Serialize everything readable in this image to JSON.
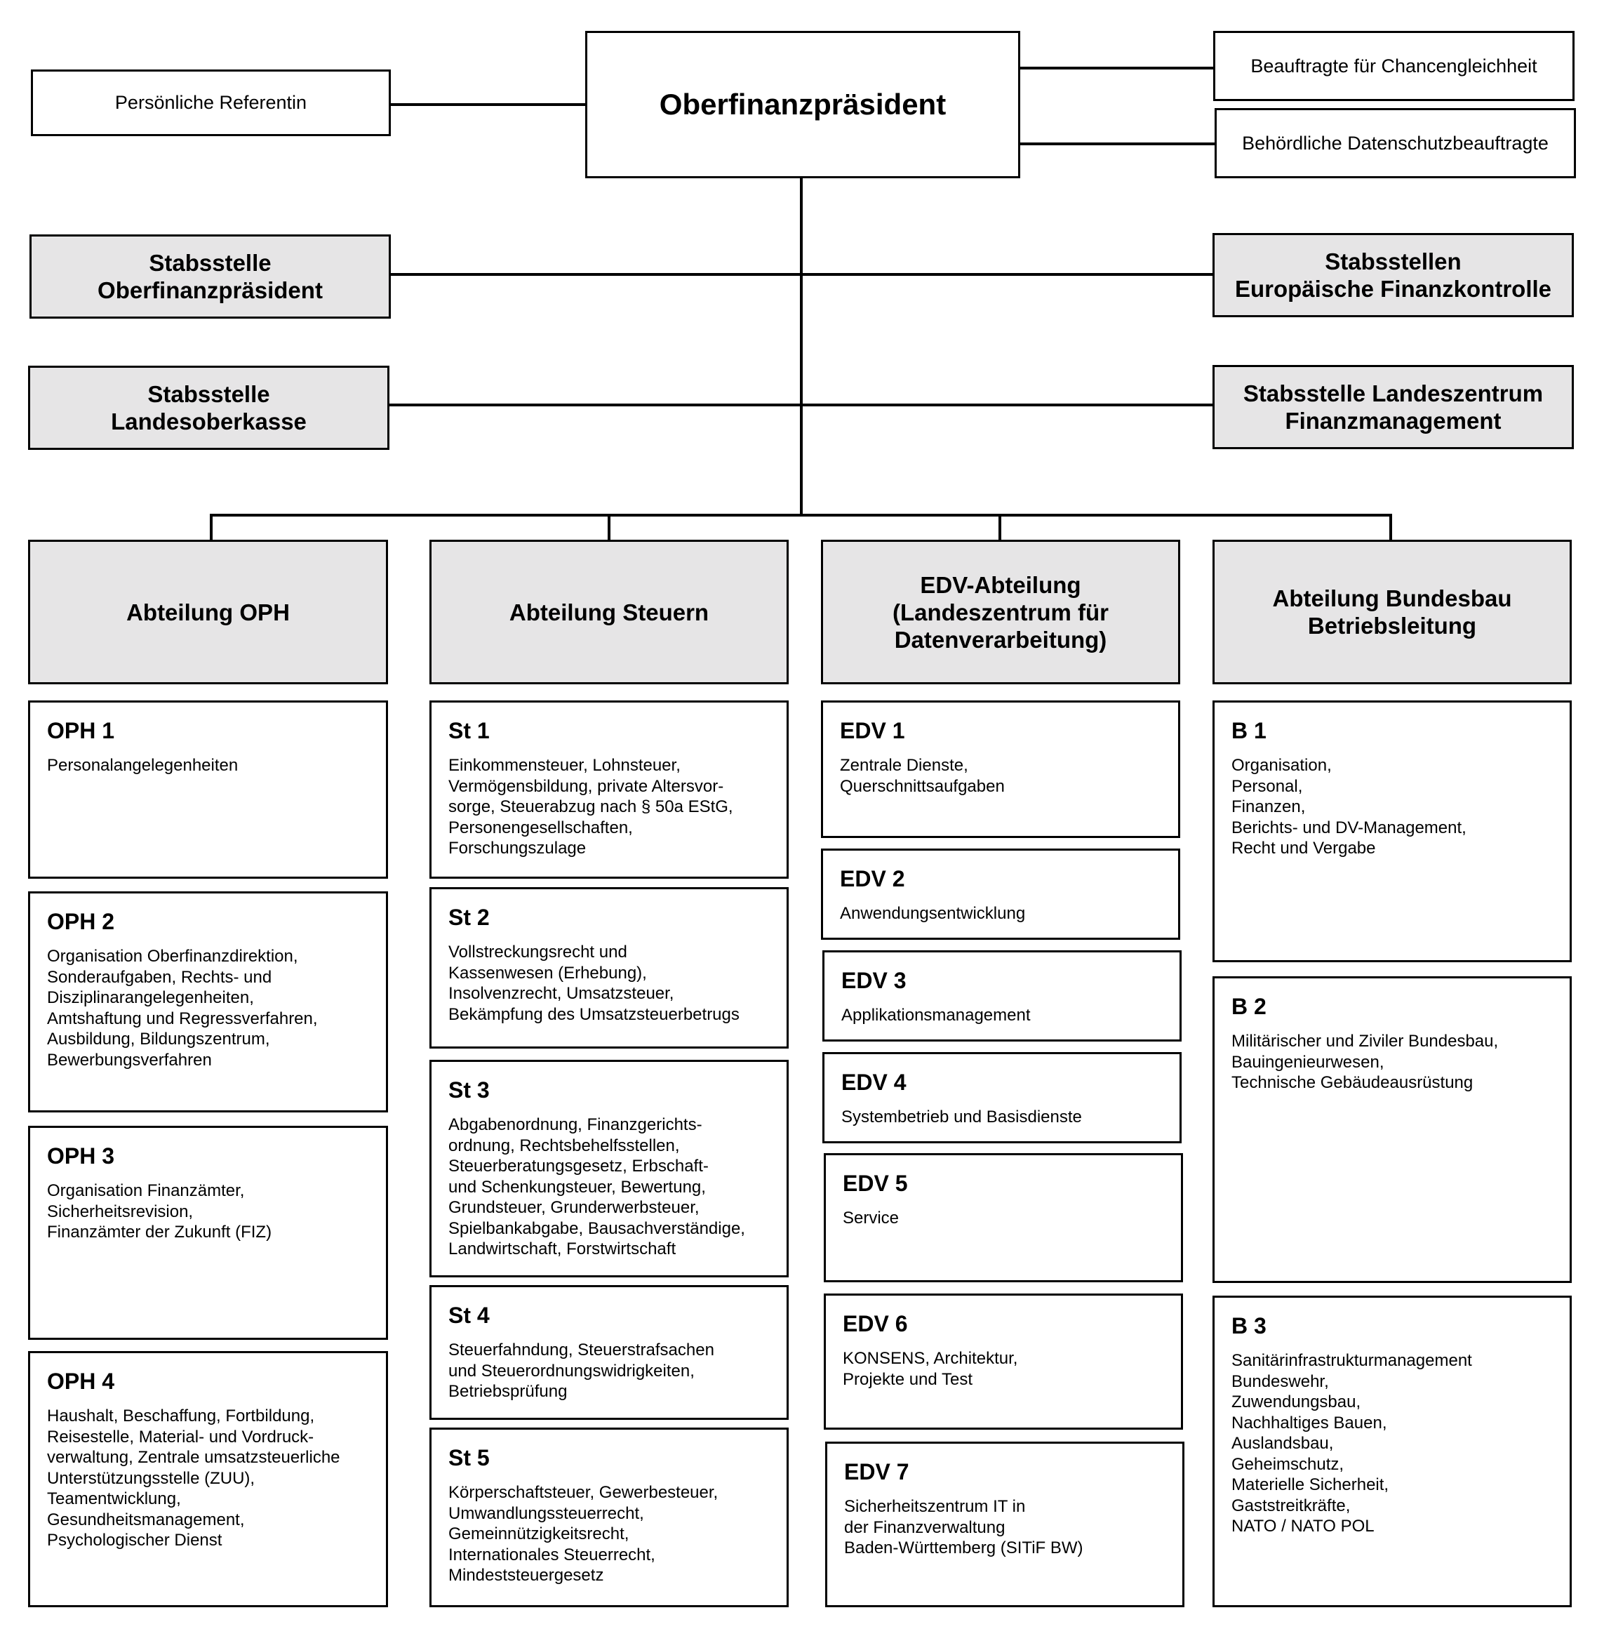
{
  "top": {
    "title": "Oberfinanzpräsident",
    "left": "Persönliche Referentin",
    "right_1": "Beauftragte für Chancengleichheit",
    "right_2": "Behördliche Datenschutzbeauftragte"
  },
  "staff": {
    "left_1": "Stabsstelle\nOberfinanzpräsident",
    "right_1": "Stabsstellen\nEuropäische Finanzkontrolle",
    "left_2": "Stabsstelle\nLandesoberkasse",
    "right_2": "Stabsstelle Landeszentrum\nFinanzmanagement"
  },
  "departments": [
    {
      "name": "Abteilung OPH",
      "units": [
        {
          "code": "OPH 1",
          "desc": "Personalangelegenheiten"
        },
        {
          "code": "OPH 2",
          "desc": "Organisation Oberfinanzdirektion,\nSonderaufgaben, Rechts- und\nDisziplinarangelegenheiten,\nAmtshaftung und Regressverfahren,\nAusbildung, Bildungszentrum,\nBewerbungsverfahren"
        },
        {
          "code": "OPH 3",
          "desc": "Organisation Finanzämter,\nSicherheitsrevision,\nFinanzämter der Zukunft (FIZ)"
        },
        {
          "code": "OPH 4",
          "desc": "Haushalt, Beschaffung, Fortbildung,\nReisestelle, Material- und Vordruck-\nverwaltung, Zentrale umsatzsteuerliche\nUnterstützungsstelle (ZUU),\nTeamentwicklung,\nGesundheitsmanagement,\nPsychologischer Dienst"
        }
      ]
    },
    {
      "name": "Abteilung Steuern",
      "units": [
        {
          "code": "St 1",
          "desc": "Einkommensteuer, Lohnsteuer,\nVermögensbildung, private Altersvor-\nsorge, Steuerabzug nach § 50a EStG,\nPersonengesellschaften,\nForschungszulage"
        },
        {
          "code": "St 2",
          "desc": "Vollstreckungsrecht und\nKassenwesen (Erhebung),\nInsolvenzrecht, Umsatzsteuer,\nBekämpfung des Umsatzsteuerbetrugs"
        },
        {
          "code": "St 3",
          "desc": "Abgabenordnung, Finanzgerichts-\nordnung, Rechtsbehelfsstellen,\nSteuerberatungsgesetz, Erbschaft-\nund Schenkungsteuer, Bewertung,\nGrundsteuer, Grunderwerbsteuer,\nSpielbankabgabe, Bausachverständige,\nLandwirtschaft, Forstwirtschaft"
        },
        {
          "code": "St 4",
          "desc": "Steuerfahndung, Steuerstrafsachen\nund Steuerordnungswidrigkeiten,\nBetriebsprüfung"
        },
        {
          "code": "St 5",
          "desc": "Körperschaftsteuer, Gewerbesteuer,\nUmwandlungssteuerrecht,\nGemeinnützigkeitsrecht,\nInternationales Steuerrecht,\nMindeststeuergesetz"
        }
      ]
    },
    {
      "name": "EDV-Abteilung\n(Landeszentrum für\nDatenverarbeitung)",
      "units": [
        {
          "code": "EDV 1",
          "desc": "Zentrale Dienste,\nQuerschnittsaufgaben"
        },
        {
          "code": "EDV 2",
          "desc": "Anwendungsentwicklung"
        },
        {
          "code": "EDV 3",
          "desc": "Applikationsmanagement"
        },
        {
          "code": "EDV 4",
          "desc": "Systembetrieb und Basisdienste"
        },
        {
          "code": "EDV 5",
          "desc": "Service"
        },
        {
          "code": "EDV 6",
          "desc": "KONSENS, Architektur,\nProjekte und Test"
        },
        {
          "code": "EDV 7",
          "desc": "Sicherheitszentrum IT in\nder Finanzverwaltung\nBaden-Württemberg (SITiF BW)"
        }
      ]
    },
    {
      "name": "Abteilung Bundesbau\nBetriebsleitung",
      "units": [
        {
          "code": "B 1",
          "desc": "Organisation,\nPersonal,\nFinanzen,\nBerichts- und DV-Management,\nRecht und Vergabe"
        },
        {
          "code": "B 2",
          "desc": "Militärischer und Ziviler Bundesbau,\nBauingenieurwesen,\nTechnische Gebäudeausrüstung"
        },
        {
          "code": "B 3",
          "desc": "Sanitärinfrastrukturmanagement\nBundeswehr,\nZuwendungsbau,\nNachhaltiges Bauen,\nAuslandsbau,\nGeheimschutz,\nMaterielle Sicherheit,\nGaststreitkräfte,\nNATO / NATO POL"
        }
      ]
    }
  ]
}
